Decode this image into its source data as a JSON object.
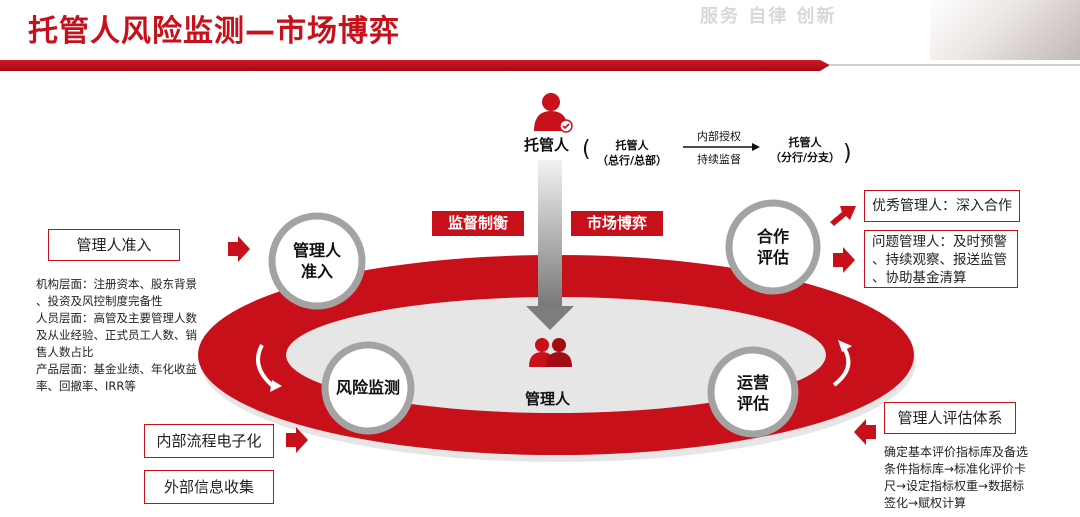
{
  "header": {
    "title": "托管人风险监测—市场博弈",
    "slogan": "服务 自律 创新"
  },
  "top": {
    "custodian_label": "托管人",
    "head_office": [
      "托管人",
      "（总行/总部）"
    ],
    "internal_auth": "内部授权",
    "continuous_supervision": "持续监督",
    "branch": [
      "托管人",
      "（分行/分支）"
    ]
  },
  "tags": {
    "supervision": "监督制衡",
    "market_game": "市场博弈"
  },
  "center": {
    "manager_label": "管理人"
  },
  "circles": {
    "admission": [
      "管理人",
      "准入"
    ],
    "cooperation": [
      "合作",
      "评估"
    ],
    "risk_monitor": [
      "风险监测"
    ],
    "operation": [
      "运营",
      "评估"
    ]
  },
  "left": {
    "admission_box": "管理人准入",
    "criteria": [
      "机构层面：注册资本、股东背景",
      "、投资及风控制度完备性",
      "人员层面：高管及主要管理人数",
      "及从业经验、正式员工人数、销",
      "售人数占比",
      "产品层面：基金业绩、年化收益",
      "率、回撤率、IRR等"
    ],
    "internal_process": "内部流程电子化",
    "external_info": "外部信息收集"
  },
  "right": {
    "excellent": "优秀管理人：深入合作",
    "problem": [
      "问题管理人：及时预警",
      "、持续观察、报送监管",
      "、协助基金清算"
    ],
    "evaluation_box": "管理人评估体系",
    "evaluation_desc": [
      "确定基本评价指标库及备选",
      "条件指标库→标准化评价卡",
      "尺→设定指标权重→数据标",
      "签化→赋权计算"
    ]
  },
  "colors": {
    "accent": "#c8101b",
    "circle_border": "#a3a3a3",
    "arrow_gray": "#8a8a8a"
  }
}
